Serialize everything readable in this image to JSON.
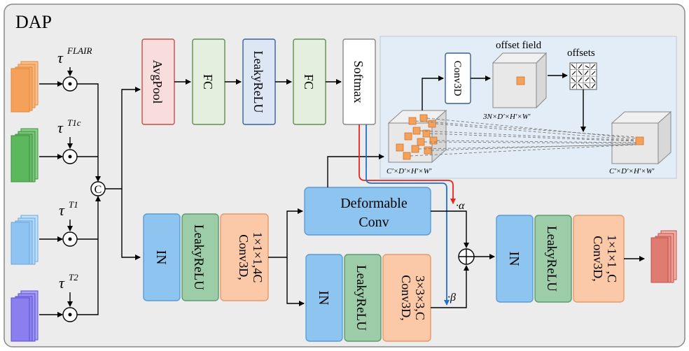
{
  "title": "DAP",
  "modalities": {
    "flair": {
      "tau": "τ",
      "sup": "FLAIR",
      "color": "#f5a15a"
    },
    "t1c": {
      "tau": "τ",
      "sup": "T1c",
      "color": "#5cb85c"
    },
    "t1": {
      "tau": "τ",
      "sup": "T1",
      "color": "#8fc4f2"
    },
    "t2": {
      "tau": "τ",
      "sup": "T2",
      "color": "#8b7ff0"
    }
  },
  "concat_symbol": "C",
  "odot_symbol": "⊙",
  "branch_top": {
    "avgpool": "AvgPool",
    "fc1": "FC",
    "leakyrelu": "LeakyReLU",
    "fc2": "FC",
    "softmax": "Softmax"
  },
  "branch_bottom": {
    "in1": "IN",
    "leakyrelu1": "LeakyReLU",
    "conv1_a": "Conv3D,",
    "conv1_b": "1×1×1,4C",
    "in2": "IN",
    "leakyrelu2": "LeakyReLU",
    "conv2_a": "Conv3D,",
    "conv2_b": "3×3×3,C"
  },
  "deform": {
    "line1": "Deformable",
    "line2": "Conv"
  },
  "alpha_label": "·α",
  "beta_label": "·β",
  "output_block": {
    "in": "IN",
    "leakyrelu": "LeakyReLU",
    "conv_a": "Conv3D,",
    "conv_b": "1×1×1 ,C"
  },
  "inset": {
    "conv3d": "Conv3D",
    "offset_field": "offset field",
    "offsets": "offsets",
    "dims_offset": "3N×D′×H′×W′",
    "dims_input": "C′×D′×H′×W′",
    "dims_output": "C′×D′×H′×W′"
  },
  "colors": {
    "avgpool_fill": "#f9dcdc",
    "avgpool_stroke": "#c0504d",
    "fc_fill": "#e4efe0",
    "fc_stroke": "#5f8f4e",
    "lrelu_top_fill": "#dce6f4",
    "lrelu_top_stroke": "#3a5f9a",
    "softmax_stroke": "#888888",
    "in_fill": "#8ec5f0",
    "in_stroke": "#5a9bd5",
    "lrelu_fill": "#9ccca8",
    "lrelu_stroke": "#5d9b6c",
    "conv_fill": "#fbc9a8",
    "conv_stroke": "#e59b6a",
    "deform_fill": "#8ec5f0",
    "inset_fill": "#e3edf7",
    "output_color": "#e07b72",
    "alpha_line": "#e8241c",
    "beta_line": "#1f6fd1"
  }
}
